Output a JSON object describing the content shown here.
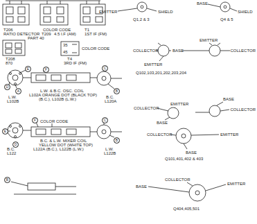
{
  "diagram": {
    "labels": [
      "T206",
      "RATIO DETECTOR",
      "COLOR CODE",
      "T209",
      "4.5 I.F (AM)",
      "T1",
      "1ST IF (FM)",
      "PART 40",
      "T208",
      "870",
      "35",
      "45",
      "COLOR CODE",
      "T4",
      "3RD IF (FM)",
      "EMITTER",
      "SHIELD",
      "Q1,2 & 3",
      "BASE",
      "SHIELD",
      "Q4 & 5",
      "COLLECTOR",
      "BASE",
      "EMITTER",
      "EMITTER",
      "COLLECTOR",
      "Q102,103,201,202,203,204",
      "COLLECTOR",
      "EMITTER",
      "BASE",
      "BASE",
      "COLLECTOR",
      "COLLECTOR",
      "EMITTER",
      "BASE",
      "Q101,401,402 & 403",
      "BASE",
      "COLLECTOR",
      "EMITTER",
      "Q404,405,501",
      "E",
      "F",
      "D",
      "A",
      "C",
      "B",
      "L.W.",
      "L102B",
      "L.W. & B.C. OSC. COIL",
      "L102A ORANGE DOT (BLACK TOP)",
      "(B.C.), L102B (L.W.)",
      "B.C.",
      "L120A",
      "COLOR CODE",
      "F",
      "E",
      "D",
      "C",
      "B",
      "B.C.",
      "L122",
      "B.C. & L.W. MIXER COIL",
      "YELLOW DOT (WHITE TOP)",
      "L122A (B.C.), L122B (L.W.)",
      "L.W.",
      "L122B",
      "B"
    ]
  }
}
